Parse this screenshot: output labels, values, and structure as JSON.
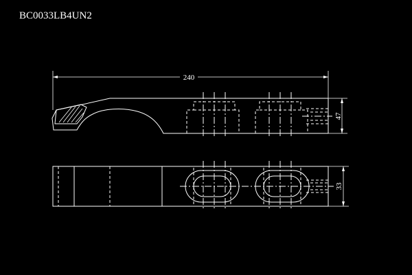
{
  "drawing": {
    "part_number": "BC0033LB4UN2",
    "background": "#000000",
    "line_color": "#ffffff",
    "dimensions": {
      "overall_length": "240",
      "side_height": "47",
      "plan_width": "33"
    }
  }
}
